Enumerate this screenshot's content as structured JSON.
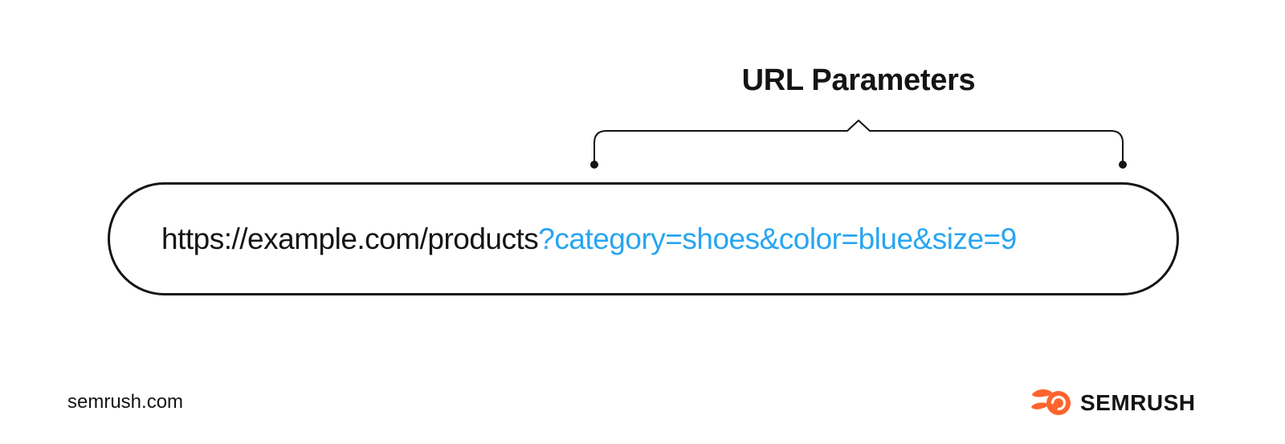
{
  "figure": {
    "title": "URL Parameters",
    "url": {
      "base": "https://example.com/products",
      "params": "?category=shoes&color=blue&size=9"
    }
  },
  "footer": {
    "source": "semrush.com",
    "logo_text": "SEMRUSH"
  },
  "icons": {
    "brace_annotation": "curly-brace-with-end-dots",
    "logo_icon": "semrush-flame-icon"
  },
  "colors": {
    "param_blue": "#29A5F0",
    "brand_orange": "#FF642D",
    "ink": "#141414",
    "background": "#FFFFFF"
  }
}
